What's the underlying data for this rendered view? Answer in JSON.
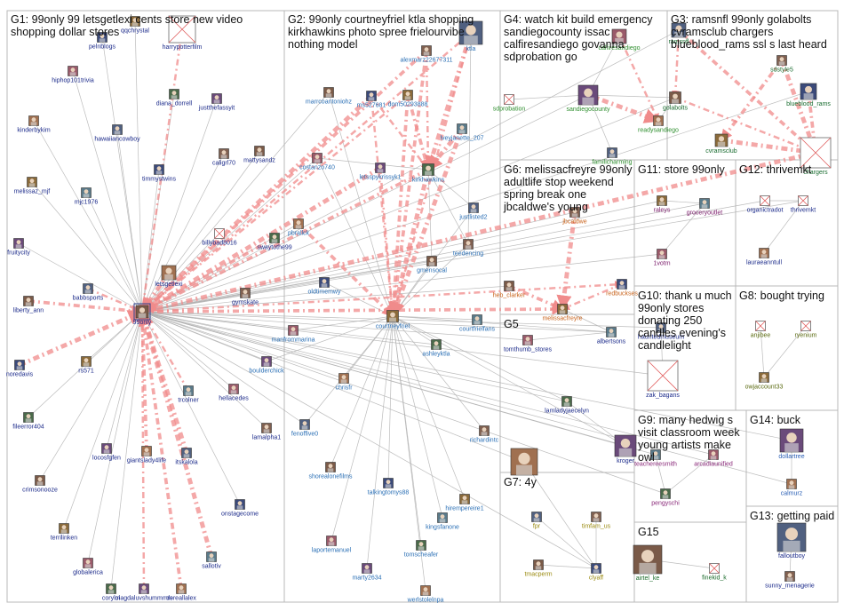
{
  "colors": {
    "edge": "#b0b0b0",
    "edge_strong": "#f08b8b",
    "label_g1": "#1b2a8a",
    "label_g2": "#2a6fb5",
    "label_g3": "#176b2e",
    "label_g4": "#2f8f2f",
    "label_g6": "#c8621a",
    "label_g7": "#9a8a10",
    "label_g8": "#5a6a10",
    "label_g9": "#8a2a7a",
    "label_g11": "#7a1a6a",
    "label_g13": "#1b2a8a",
    "label_g14": "#2a5fb5",
    "label_g15": "#1a6a2a"
  },
  "groups": [
    {
      "id": "G1",
      "title": "G1: 99only 99 letsgetlexi cents store new video shopping dollar stores"
    },
    {
      "id": "G2",
      "title": "G2: 99only courtneyfriel ktla shopping kirkhawkins photo spree frielourvibe nothing model"
    },
    {
      "id": "G3",
      "title": "G3: ramsnfl 99only golabolts cvramsclub chargers blueblood_rams ssl s last heard"
    },
    {
      "id": "G4",
      "title": "G4: watch kit build emergency sandiegocounty issac calfiresandiego govanna sdprobation go"
    },
    {
      "id": "G5",
      "title": "G5"
    },
    {
      "id": "G6",
      "title": "G6: melissacfreyre 99only adultlife stop weekend spring break one jbcaldwe's young"
    },
    {
      "id": "G7",
      "title": "G7: 4y"
    },
    {
      "id": "G8",
      "title": "G8: bought trying"
    },
    {
      "id": "G9",
      "title": "G9: many hedwig s visit classroom week young artists make owl"
    },
    {
      "id": "G10",
      "title": "G10: thank u much 99only stores donating 250 candles evening's candlelight"
    },
    {
      "id": "G11",
      "title": "G11: store 99only"
    },
    {
      "id": "G12",
      "title": "G12: thrivemkt"
    },
    {
      "id": "G13",
      "title": "G13: getting paid"
    },
    {
      "id": "G14",
      "title": "G14: buck"
    },
    {
      "id": "G15",
      "title": "G15"
    }
  ],
  "nodes": [
    {
      "id": "99only",
      "label": "99only",
      "g": "G1",
      "hub": true
    },
    {
      "id": "pelnblogs",
      "label": "pelnblogs",
      "g": "G1"
    },
    {
      "id": "qqchrystal",
      "label": "qqchrystal",
      "g": "G1"
    },
    {
      "id": "harrypotterfilm",
      "label": "harrypotterfilm",
      "g": "G1",
      "x_icon": true
    },
    {
      "id": "hiphop101trivia",
      "label": "hiphop101trivia",
      "g": "G1"
    },
    {
      "id": "diana_dorrell",
      "label": "diana_dorrell",
      "g": "G1"
    },
    {
      "id": "justthefassyit",
      "label": "justthefassyit",
      "g": "G1"
    },
    {
      "id": "kinderbykim",
      "label": "kinderbykim",
      "g": "G1"
    },
    {
      "id": "hawaiiancowboy",
      "label": "hawaiiancowboy",
      "g": "G1"
    },
    {
      "id": "caligrl70",
      "label": "caligrl70",
      "g": "G1"
    },
    {
      "id": "mattysandz",
      "label": "mattysandz",
      "g": "G1"
    },
    {
      "id": "timmystwins",
      "label": "timmystwins",
      "g": "G1"
    },
    {
      "id": "melissaz_mjf",
      "label": "melissaz_mjf",
      "g": "G1"
    },
    {
      "id": "mjc1976",
      "label": "mjc1976",
      "g": "G1"
    },
    {
      "id": "billybad8016",
      "label": "billybad8016",
      "g": "G1",
      "x_icon": true
    },
    {
      "id": "swaytothe99",
      "label": "swaytothe99",
      "g": "G1"
    },
    {
      "id": "fruitycity",
      "label": "fruitycity",
      "g": "G1"
    },
    {
      "id": "letsgetlexi",
      "label": "letsgetlexi",
      "g": "G1"
    },
    {
      "id": "babbsports",
      "label": "babbsports",
      "g": "G1"
    },
    {
      "id": "gymskate",
      "label": "gymskate",
      "g": "G1"
    },
    {
      "id": "liberty_ann",
      "label": "liberty_ann",
      "g": "G1"
    },
    {
      "id": "noredavis",
      "label": "noredavis",
      "g": "G1"
    },
    {
      "id": "rs571",
      "label": "rs571",
      "g": "G1"
    },
    {
      "id": "trcolner",
      "label": "trcolner",
      "g": "G1"
    },
    {
      "id": "hellacedes",
      "label": "hellacedes",
      "g": "G1"
    },
    {
      "id": "fileerror404",
      "label": "fileerror404",
      "g": "G1"
    },
    {
      "id": "locosfgfen",
      "label": "locosfgfen",
      "g": "G1"
    },
    {
      "id": "giantslady4life",
      "label": "giantslady4life",
      "g": "G1"
    },
    {
      "id": "itskalola",
      "label": "itskalola",
      "g": "G1"
    },
    {
      "id": "lamalpha1",
      "label": "lamalpha1",
      "g": "G1"
    },
    {
      "id": "crimsonooze",
      "label": "crimsonooze",
      "g": "G1"
    },
    {
      "id": "onstagecome",
      "label": "onstagecome",
      "g": "G1"
    },
    {
      "id": "terrilinken",
      "label": "terrilinken",
      "g": "G1"
    },
    {
      "id": "sallotiv",
      "label": "sallotiv",
      "g": "G1"
    },
    {
      "id": "globalerica",
      "label": "globalerica",
      "g": "G1"
    },
    {
      "id": "corylol",
      "label": "corylol",
      "g": "G1"
    },
    {
      "id": "magdaluvshummmrs",
      "label": "magdaluvshummmrs",
      "g": "G1"
    },
    {
      "id": "dereallalex",
      "label": "dereallalex",
      "g": "G1"
    },
    {
      "id": "ktla",
      "label": "ktla",
      "g": "G2"
    },
    {
      "id": "alexmarz22677311",
      "label": "alexmarz22677311",
      "g": "G2"
    },
    {
      "id": "marrcoantoniohz",
      "label": "marrcoantoniohz",
      "g": "G2"
    },
    {
      "id": "ms527681",
      "label": "ms527681",
      "g": "G2"
    },
    {
      "id": "dom50293888",
      "label": "dom50293888",
      "g": "G2"
    },
    {
      "id": "lveyjanette_207",
      "label": "lveyjanette_207",
      "g": "G2"
    },
    {
      "id": "costanzo740",
      "label": "costanzo740",
      "g": "G2"
    },
    {
      "id": "kirkhawkins",
      "label": "kirkhawkins",
      "g": "G2"
    },
    {
      "id": "letsspykrissyk1",
      "label": "letsspykrissyk1",
      "g": "G2"
    },
    {
      "id": "pbrallck",
      "label": "pbrallck",
      "g": "G2"
    },
    {
      "id": "justlisted2",
      "label": "justlisted2",
      "g": "G2"
    },
    {
      "id": "teedencing",
      "label": "teedencing",
      "g": "G2"
    },
    {
      "id": "gmensocal",
      "label": "gmensocal",
      "g": "G2"
    },
    {
      "id": "oldtimemwy",
      "label": "oldtimemwy",
      "g": "G2"
    },
    {
      "id": "courtneyfriel",
      "label": "courtneyfriel",
      "g": "G2"
    },
    {
      "id": "courtfrielfans",
      "label": "courtfrielfans",
      "g": "G2"
    },
    {
      "id": "manfrommarina",
      "label": "manfrommarina",
      "g": "G2"
    },
    {
      "id": "ashleyktla",
      "label": "ashleyktla",
      "g": "G2"
    },
    {
      "id": "boulderchick",
      "label": "boulderchick",
      "g": "G2"
    },
    {
      "id": "chrisfr",
      "label": "chrisfr",
      "g": "G2"
    },
    {
      "id": "fenoffive0",
      "label": "fenoffive0",
      "g": "G2"
    },
    {
      "id": "richardintc",
      "label": "richardintc",
      "g": "G2"
    },
    {
      "id": "shorealonefilms",
      "label": "shorealonefilms",
      "g": "G2"
    },
    {
      "id": "talkingtomys88",
      "label": "talkingtomys88",
      "g": "G2"
    },
    {
      "id": "hirempereire1",
      "label": "hirempereire1",
      "g": "G2"
    },
    {
      "id": "kingsfanone",
      "label": "kingsfanone",
      "g": "G2"
    },
    {
      "id": "laportemanuel",
      "label": "laportemanuel",
      "g": "G2"
    },
    {
      "id": "tomscheafer",
      "label": "tomscheafer",
      "g": "G2"
    },
    {
      "id": "marty2634",
      "label": "marty2634",
      "g": "G2"
    },
    {
      "id": "werlstolelnpa",
      "label": "werlstolelnpa",
      "g": "G2"
    },
    {
      "id": "ramsnfl",
      "label": "ramsnfl",
      "g": "G3"
    },
    {
      "id": "sdstyle5",
      "label": "sdstyle5",
      "g": "G3"
    },
    {
      "id": "golabolts",
      "label": "golabolts",
      "g": "G3"
    },
    {
      "id": "blueblood_rams",
      "label": "blueblood_rams",
      "g": "G3"
    },
    {
      "id": "cvramsclub",
      "label": "cvramsclub",
      "g": "G3"
    },
    {
      "id": "chargers",
      "label": "chargers",
      "g": "G3",
      "x_icon": true
    },
    {
      "id": "calfiresandiego",
      "label": "calfiresandiego",
      "g": "G4"
    },
    {
      "id": "sdprobation",
      "label": "sdprobation",
      "g": "G4",
      "x_icon": true
    },
    {
      "id": "sandiegocounty",
      "label": "sandiegocounty",
      "g": "G4"
    },
    {
      "id": "readysandiego",
      "label": "readysandiego",
      "g": "G4"
    },
    {
      "id": "familicharming",
      "label": "familicharming",
      "g": "G4"
    },
    {
      "id": "jbcaldwe",
      "label": "jbcaldwe",
      "g": "G6"
    },
    {
      "id": "heb_clarker",
      "label": "heb_clarker",
      "g": "G6"
    },
    {
      "id": "redbuckses",
      "label": "redbuckses",
      "g": "G6"
    },
    {
      "id": "melissacfreyre",
      "label": "melissacfreyre",
      "g": "G6"
    },
    {
      "id": "albertsons",
      "label": "albertsons",
      "g": "G5"
    },
    {
      "id": "tomthumb_stores",
      "label": "tomthumb_stores",
      "g": "G5"
    },
    {
      "id": "lamladyjaecelyn",
      "label": "lamladyjaecelyn",
      "g": "G5"
    },
    {
      "id": "kroger",
      "label": "kroger",
      "g": "G5"
    },
    {
      "id": "walmart",
      "label": "",
      "g": "G5"
    },
    {
      "id": "fpr",
      "label": "fpr",
      "g": "G7"
    },
    {
      "id": "timfam_us",
      "label": "timfam_us",
      "g": "G7"
    },
    {
      "id": "tmacperm",
      "label": "tmacperm",
      "g": "G7"
    },
    {
      "id": "clyaff",
      "label": "clyaff",
      "g": "G7"
    },
    {
      "id": "raleys",
      "label": "raleys",
      "g": "G11"
    },
    {
      "id": "groceryoutlet",
      "label": "groceryoutlet",
      "g": "G11"
    },
    {
      "id": "1votm",
      "label": "1votm",
      "g": "G11"
    },
    {
      "id": "organictradot",
      "label": "organictradot",
      "g": "G12",
      "x_icon": true
    },
    {
      "id": "thrivemkt",
      "label": "thrivemkt",
      "g": "G12",
      "x_icon": true
    },
    {
      "id": "lauraeanntull",
      "label": "lauraeanntull",
      "g": "G12"
    },
    {
      "id": "hauntedmuseum",
      "label": "hauntedmuseum",
      "g": "G10"
    },
    {
      "id": "zak_bagans",
      "label": "zak_bagans",
      "g": "G10",
      "x_icon": true
    },
    {
      "id": "anjibee",
      "label": "anjibee",
      "g": "G8",
      "x_icon": true
    },
    {
      "id": "ryenium",
      "label": "ryenium",
      "g": "G8",
      "x_icon": true
    },
    {
      "id": "owjaccount33",
      "label": "owjaccount33",
      "g": "G8"
    },
    {
      "id": "teachereesmith",
      "label": "teachereesmith",
      "g": "G9"
    },
    {
      "id": "arcadiaunified",
      "label": "arcadiaunified",
      "g": "G9"
    },
    {
      "id": "pengyschi",
      "label": "pengyschi",
      "g": "G9"
    },
    {
      "id": "dollartree",
      "label": "dollartree",
      "g": "G14"
    },
    {
      "id": "calmurz",
      "label": "calmurz",
      "g": "G14"
    },
    {
      "id": "falloutboy",
      "label": "falloutboy",
      "g": "G13"
    },
    {
      "id": "sunny_menagerie",
      "label": "sunny_menagerie",
      "g": "G13"
    },
    {
      "id": "airtel_ke",
      "label": "airtel_ke",
      "g": "G15"
    },
    {
      "id": "finekid_k",
      "label": "finekid_k",
      "g": "G15",
      "x_icon": true
    }
  ],
  "edges_strong": [
    [
      "harrypotterfilm",
      "99only"
    ],
    [
      "swaytothe99",
      "99only"
    ],
    [
      "letsgetlexi",
      "99only"
    ],
    [
      "babbsports",
      "99only"
    ],
    [
      "liberty_ann",
      "99only"
    ],
    [
      "noredavis",
      "99only"
    ],
    [
      "trcolner",
      "99only"
    ],
    [
      "giantslady4life",
      "99only"
    ],
    [
      "itskalola",
      "99only"
    ],
    [
      "magdaluvshummmrs",
      "99only"
    ],
    [
      "dereallalex",
      "99only"
    ],
    [
      "sallotiv",
      "99only"
    ],
    [
      "ktla",
      "99only"
    ],
    [
      "alexmarz22677311",
      "99only"
    ],
    [
      "ms527681",
      "99only"
    ],
    [
      "dom50293888",
      "99only"
    ],
    [
      "kirkhawkins",
      "99only"
    ],
    [
      "letsspykrissyk1",
      "99only"
    ],
    [
      "ktla",
      "courtneyfriel"
    ],
    [
      "alexmarz22677311",
      "courtneyfriel"
    ],
    [
      "kirkhawkins",
      "courtneyfriel"
    ],
    [
      "ms527681",
      "courtneyfriel"
    ],
    [
      "dom50293888",
      "courtneyfriel"
    ],
    [
      "lveyjanette_207",
      "courtneyfriel"
    ],
    [
      "letsspykrissyk1",
      "courtneyfriel"
    ],
    [
      "pbrallck",
      "courtneyfriel"
    ],
    [
      "ktla",
      "kirkhawkins"
    ],
    [
      "alexmarz22677311",
      "kirkhawkins"
    ],
    [
      "ramsnfl",
      "chargers"
    ],
    [
      "sdstyle5",
      "chargers"
    ],
    [
      "golabolts",
      "chargers"
    ],
    [
      "blueblood_rams",
      "chargers"
    ],
    [
      "cvramsclub",
      "chargers"
    ],
    [
      "ramsnfl",
      "golabolts"
    ],
    [
      "sdstyle5",
      "cvramsclub"
    ],
    [
      "sandiegocounty",
      "readysandiego"
    ],
    [
      "calfiresandiego",
      "readysandiego"
    ],
    [
      "heb_clarker",
      "melissacfreyre"
    ],
    [
      "jbcaldwe",
      "melissacfreyre"
    ],
    [
      "redbuckses",
      "melissacfreyre"
    ],
    [
      "99only",
      "melissacfreyre"
    ],
    [
      "99only",
      "chargers"
    ],
    [
      "ms527681",
      "kirkhawkins"
    ],
    [
      "dom50293888",
      "kirkhawkins"
    ],
    [
      "lveyjanette_207",
      "kirkhawkins"
    ],
    [
      "99only",
      "redbuckses"
    ]
  ],
  "edges_light": [
    [
      "pelnblogs",
      "99only"
    ],
    [
      "qqchrystal",
      "99only"
    ],
    [
      "hiphop101trivia",
      "99only"
    ],
    [
      "diana_dorrell",
      "99only"
    ],
    [
      "justthefassyit",
      "99only"
    ],
    [
      "kinderbykim",
      "99only"
    ],
    [
      "hawaiiancowboy",
      "99only"
    ],
    [
      "caligrl70",
      "99only"
    ],
    [
      "mattysandz",
      "99only"
    ],
    [
      "timmystwins",
      "99only"
    ],
    [
      "melissaz_mjf",
      "99only"
    ],
    [
      "mjc1976",
      "99only"
    ],
    [
      "billybad8016",
      "99only"
    ],
    [
      "fruitycity",
      "99only"
    ],
    [
      "gymskate",
      "99only"
    ],
    [
      "rs571",
      "99only"
    ],
    [
      "hellacedes",
      "99only"
    ],
    [
      "fileerror404",
      "99only"
    ],
    [
      "locosfgfen",
      "99only"
    ],
    [
      "lamalpha1",
      "99only"
    ],
    [
      "crimsonooze",
      "99only"
    ],
    [
      "onstagecome",
      "99only"
    ],
    [
      "terrilinken",
      "99only"
    ],
    [
      "globalerica",
      "99only"
    ],
    [
      "corylol",
      "99only"
    ],
    [
      "marrcoantoniohz",
      "99only"
    ],
    [
      "costanzo740",
      "99only"
    ],
    [
      "oldtimemwy",
      "99only"
    ],
    [
      "manfrommarina",
      "99only"
    ],
    [
      "boulderchick",
      "99only"
    ],
    [
      "chrisfr",
      "99only"
    ],
    [
      "fenoffive0",
      "99only"
    ],
    [
      "gmensocal",
      "99only"
    ],
    [
      "pbrallck",
      "99only"
    ],
    [
      "ashleyktla",
      "99only"
    ],
    [
      "sandiegocounty",
      "99only"
    ],
    [
      "golabolts",
      "99only"
    ],
    [
      "blueblood_rams",
      "99only"
    ],
    [
      "ramsnfl",
      "99only"
    ],
    [
      "albertsons",
      "99only"
    ],
    [
      "tomthumb_stores",
      "99only"
    ],
    [
      "lamladyjaecelyn",
      "99only"
    ],
    [
      "kroger",
      "99only"
    ],
    [
      "walmart",
      "99only"
    ],
    [
      "raleys",
      "99only"
    ],
    [
      "groceryoutlet",
      "99only"
    ],
    [
      "1votm",
      "99only"
    ],
    [
      "thrivemkt",
      "99only"
    ],
    [
      "organictradot",
      "99only"
    ],
    [
      "hauntedmuseum",
      "99only"
    ],
    [
      "zak_bagans",
      "99only"
    ],
    [
      "teachereesmith",
      "99only"
    ],
    [
      "arcadiaunified",
      "99only"
    ],
    [
      "dollartree",
      "99only"
    ],
    [
      "calmurz",
      "99only"
    ],
    [
      "jbcaldwe",
      "99only"
    ],
    [
      "heb_clarker",
      "99only"
    ],
    [
      "marrcoantoniohz",
      "courtneyfriel"
    ],
    [
      "costanzo740",
      "courtneyfriel"
    ],
    [
      "justlisted2",
      "courtneyfriel"
    ],
    [
      "teedencing",
      "courtneyfriel"
    ],
    [
      "gmensocal",
      "courtneyfriel"
    ],
    [
      "oldtimemwy",
      "courtneyfriel"
    ],
    [
      "courtfrielfans",
      "courtneyfriel"
    ],
    [
      "manfrommarina",
      "courtneyfriel"
    ],
    [
      "ashleyktla",
      "courtneyfriel"
    ],
    [
      "boulderchick",
      "courtneyfriel"
    ],
    [
      "chrisfr",
      "courtneyfriel"
    ],
    [
      "fenoffive0",
      "courtneyfriel"
    ],
    [
      "richardintc",
      "courtneyfriel"
    ],
    [
      "shorealonefilms",
      "courtneyfriel"
    ],
    [
      "talkingtomys88",
      "courtneyfriel"
    ],
    [
      "hirempereire1",
      "courtneyfriel"
    ],
    [
      "kingsfanone",
      "courtneyfriel"
    ],
    [
      "laportemanuel",
      "courtneyfriel"
    ],
    [
      "tomscheafer",
      "courtneyfriel"
    ],
    [
      "marty2634",
      "courtneyfriel"
    ],
    [
      "werlstolelnpa",
      "courtneyfriel"
    ],
    [
      "costanzo740",
      "kirkhawkins"
    ],
    [
      "justlisted2",
      "kirkhawkins"
    ],
    [
      "teedencing",
      "kirkhawkins"
    ],
    [
      "gmensocal",
      "kirkhawkins"
    ],
    [
      "courtneyfriel",
      "albertsons"
    ],
    [
      "courtneyfriel",
      "kroger"
    ],
    [
      "courtneyfriel",
      "lamladyjaecelyn"
    ],
    [
      "ktla",
      "teedencing"
    ],
    [
      "sdprobation",
      "sandiegocounty"
    ],
    [
      "familicharming",
      "sandiegocounty"
    ],
    [
      "calfiresandiego",
      "sandiegocounty"
    ],
    [
      "readysandiego",
      "golabolts"
    ],
    [
      "sandiegocounty",
      "golabolts"
    ],
    [
      "raleys",
      "groceryoutlet"
    ],
    [
      "1votm",
      "groceryoutlet"
    ],
    [
      "organictradot",
      "thrivemkt"
    ],
    [
      "lauraeanntull",
      "thrivemkt"
    ],
    [
      "hauntedmuseum",
      "zak_bagans"
    ],
    [
      "anjibee",
      "owjaccount33"
    ],
    [
      "ryenium",
      "owjaccount33"
    ],
    [
      "teachereesmith",
      "pengyschi"
    ],
    [
      "arcadiaunified",
      "pengyschi"
    ],
    [
      "calmurz",
      "dollartree"
    ],
    [
      "sunny_menagerie",
      "falloutboy"
    ],
    [
      "finekid_k",
      "airtel_ke"
    ],
    [
      "fpr",
      "clyaff"
    ],
    [
      "timfam_us",
      "clyaff"
    ],
    [
      "tmacperm",
      "clyaff"
    ],
    [
      "clyaff",
      "99only"
    ],
    [
      "walmart",
      "clyaff"
    ],
    [
      "lamladyjaecelyn",
      "kroger"
    ],
    [
      "albertsons",
      "tomthumb_stores"
    ],
    [
      "melissacfreyre",
      "albertsons"
    ],
    [
      "pengyschi",
      "99only"
    ]
  ]
}
